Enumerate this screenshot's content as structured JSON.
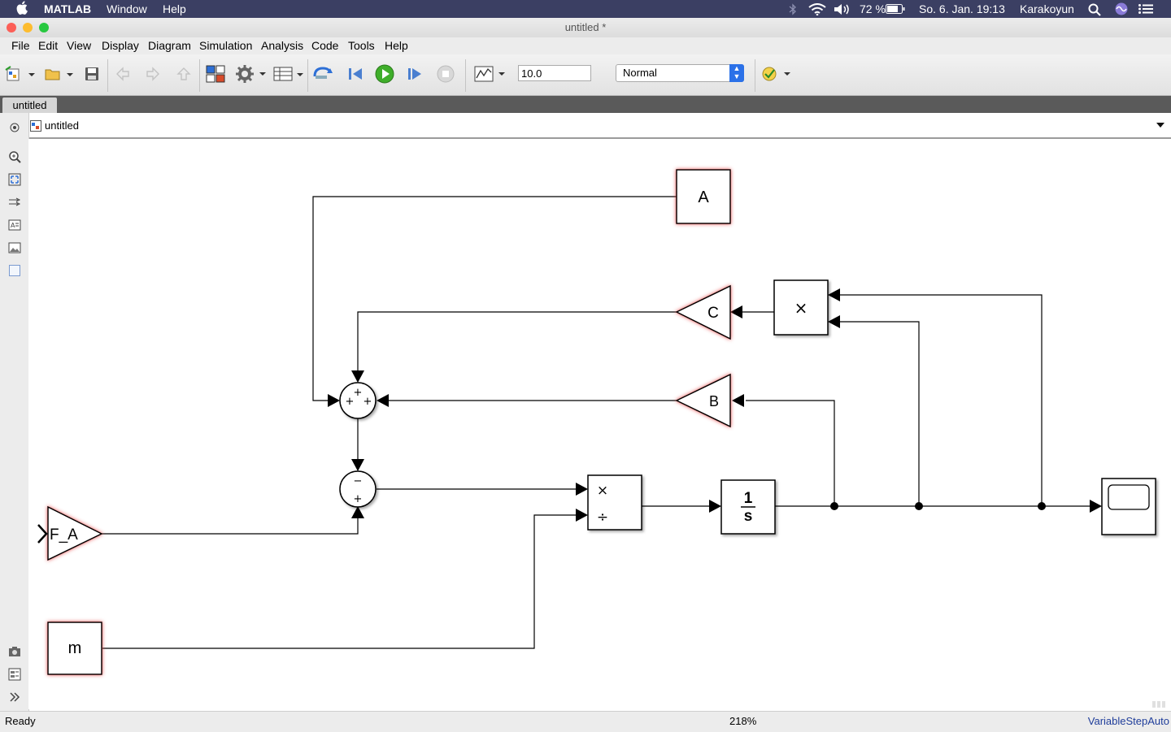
{
  "menubar": {
    "app": "MATLAB",
    "items": [
      "Window",
      "Help"
    ],
    "battery": "72 %",
    "datetime": "So. 6. Jan. 19:13",
    "user": "Karakoyun"
  },
  "window": {
    "title": "untitled *"
  },
  "menu": [
    "File",
    "Edit",
    "View",
    "Display",
    "Diagram",
    "Simulation",
    "Analysis",
    "Code",
    "Tools",
    "Help"
  ],
  "toolbar": {
    "stop_time": "10.0",
    "sim_mode": "Normal"
  },
  "tab": {
    "label": "untitled"
  },
  "address": {
    "path": "untitled"
  },
  "diagram": {
    "blocks": {
      "const_a": "A",
      "gain_c": "C",
      "gain_b": "B",
      "gain_fa": "F_A",
      "const_m": "m",
      "product_mult": "×",
      "divide_mult": "×",
      "divide_div": "÷",
      "integrator_num": "1",
      "integrator_den": "s",
      "sum1_top": "+",
      "sum1_left": "+",
      "sum1_right": "+",
      "sum2_top": "−",
      "sum2_bottom": "+"
    }
  },
  "status": {
    "state": "Ready",
    "zoom": "218%",
    "solver": "VariableStepAuto"
  }
}
